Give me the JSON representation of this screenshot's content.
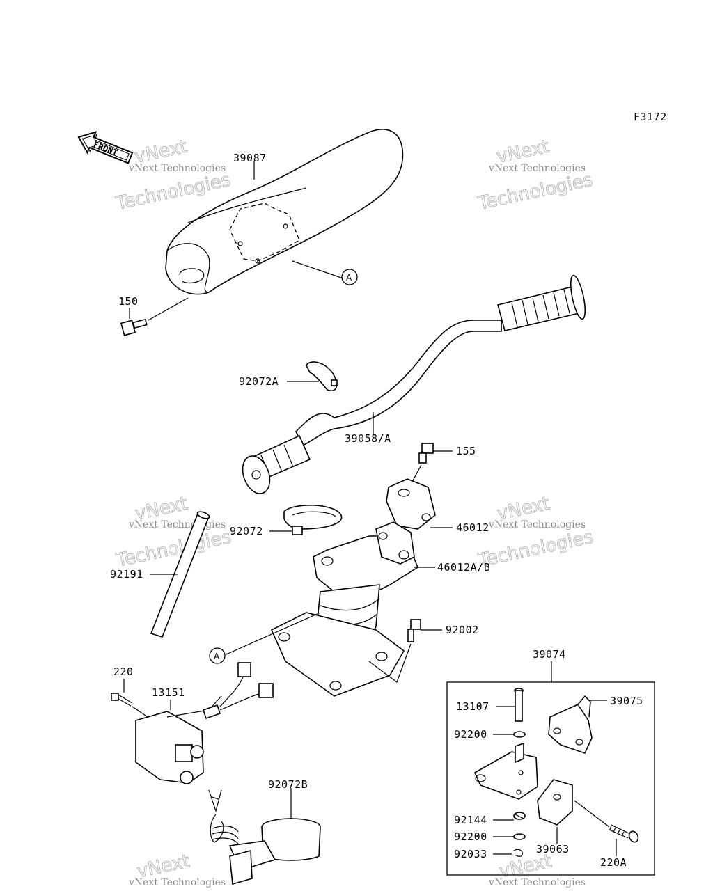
{
  "figure_code": "F3172",
  "front_arrow": {
    "label": "FRONT"
  },
  "watermark": {
    "line1": "vNext Technologies",
    "line2": "Technologies",
    "top": "vNext"
  },
  "reference_marker": "A",
  "parts": {
    "p39087": "39087",
    "p150": "150",
    "p92072A": "92072A",
    "p39058A": "39058/A",
    "p155": "155",
    "p92072": "92072",
    "p46012": "46012",
    "p46012AB": "46012A/B",
    "p92191": "92191",
    "p92002": "92002",
    "p39074": "39074",
    "p220": "220",
    "p13151": "13151",
    "p13107": "13107",
    "p39075": "39075",
    "p92200a": "92200",
    "p92072B": "92072B",
    "p92144": "92144",
    "p92200b": "92200",
    "p92033": "92033",
    "p39063": "39063",
    "p220A": "220A"
  }
}
